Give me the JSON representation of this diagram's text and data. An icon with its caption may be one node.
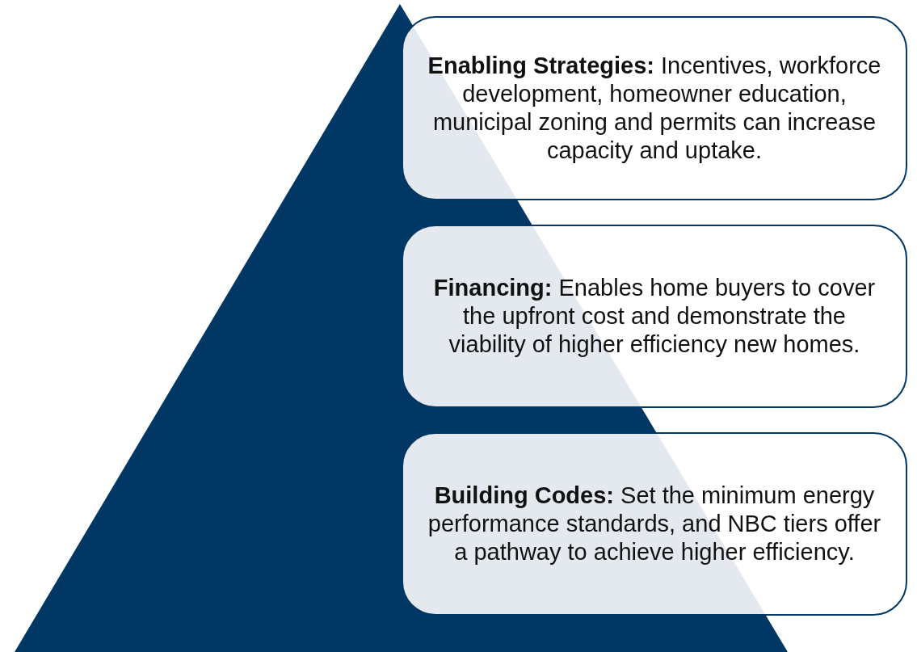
{
  "diagram": {
    "nodes": [
      {
        "text": [
          "**Enabling Strategies:** Incentives, workforce development, homeowner education, municipal zoning and permits can increase capacity and uptake."
        ]
      },
      {
        "text": [
          "**Financing:** Enables home buyers to cover the upfront cost and demonstrate the viability of higher efficiency new homes."
        ]
      },
      {
        "text": [
          "**Building Codes:** Set the minimum energy performance standards, and NBC tiers offer a pathway to achieve higher efficiency."
        ]
      }
    ]
  }
}
